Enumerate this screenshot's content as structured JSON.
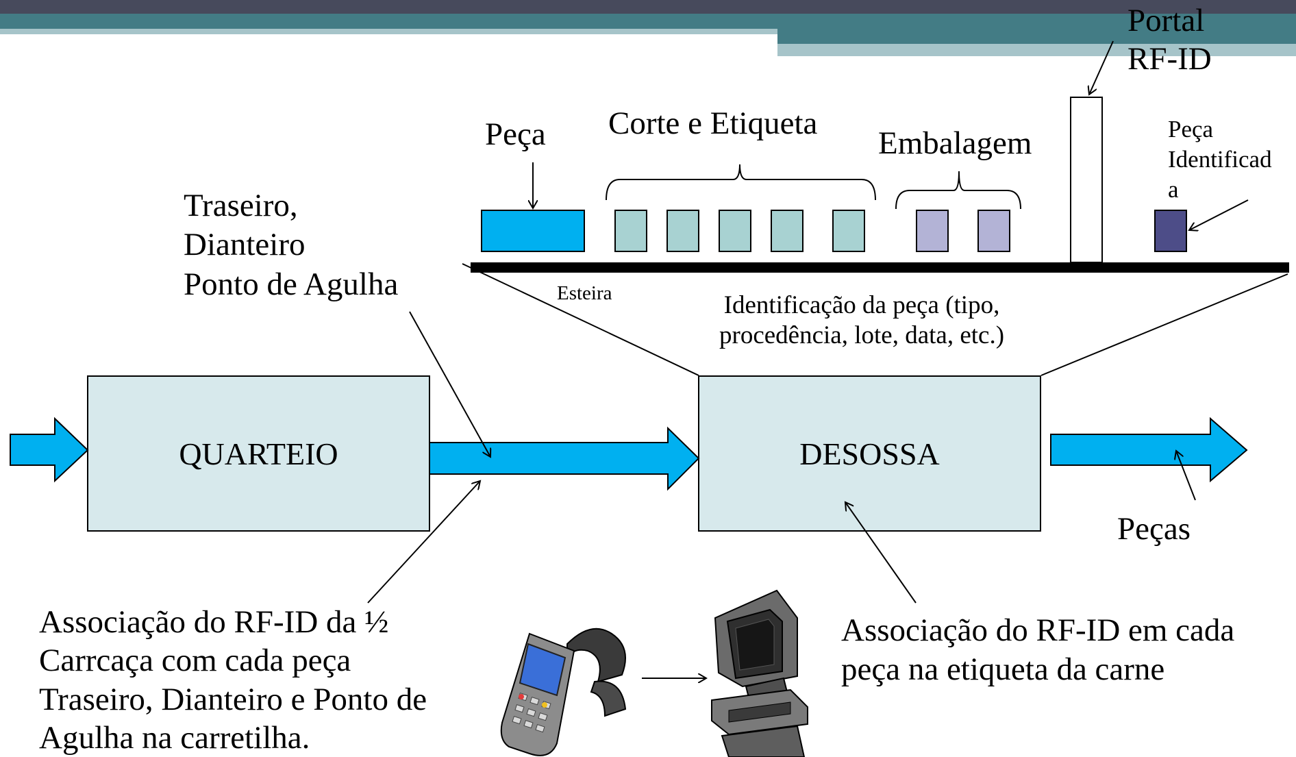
{
  "colors": {
    "header_dark": "#474a5c",
    "header_teal": "#437c85",
    "header_light_teal": "#a6c4c9",
    "process_box_fill": "#d7e9ec",
    "flow_arrow_fill": "#00b0f0",
    "cut_label_fill": "#a8d2d2",
    "packaging_fill": "#b3b3d6",
    "identified_piece_fill": "#4d4d88",
    "conveyor_belt": "#000000"
  },
  "processes": {
    "quarteio": "QUARTEIO",
    "desossa": "DESOSSA"
  },
  "top_stage": {
    "piece_label": "Peça",
    "cut_label": "Corte e Etiqueta",
    "packaging_label": "Embalagem",
    "portal_label": "Portal\nRF-ID",
    "identified_piece_label": "Peça\nIdentificad\na",
    "conveyor_label": "Esteira",
    "identification_text": "Identificação da peça (tipo,\nprocedência, lote, data, etc.)"
  },
  "annotations": {
    "cuts": "Traseiro,\nDianteiro\nPonto de Agulha",
    "pieces_out": "Peças",
    "rfid_half_carcass": "Associação do RF-ID da ½\nCarrcaça com cada peça\nTraseiro, Dianteiro e Ponto de\nAgulha na carretilha.",
    "rfid_each_piece": "Associação do RF-ID em cada\npeça na etiqueta da carne"
  },
  "icons": {
    "handheld_reader": "handheld-rfid-reader-icon",
    "computer": "computer-terminal-icon"
  }
}
